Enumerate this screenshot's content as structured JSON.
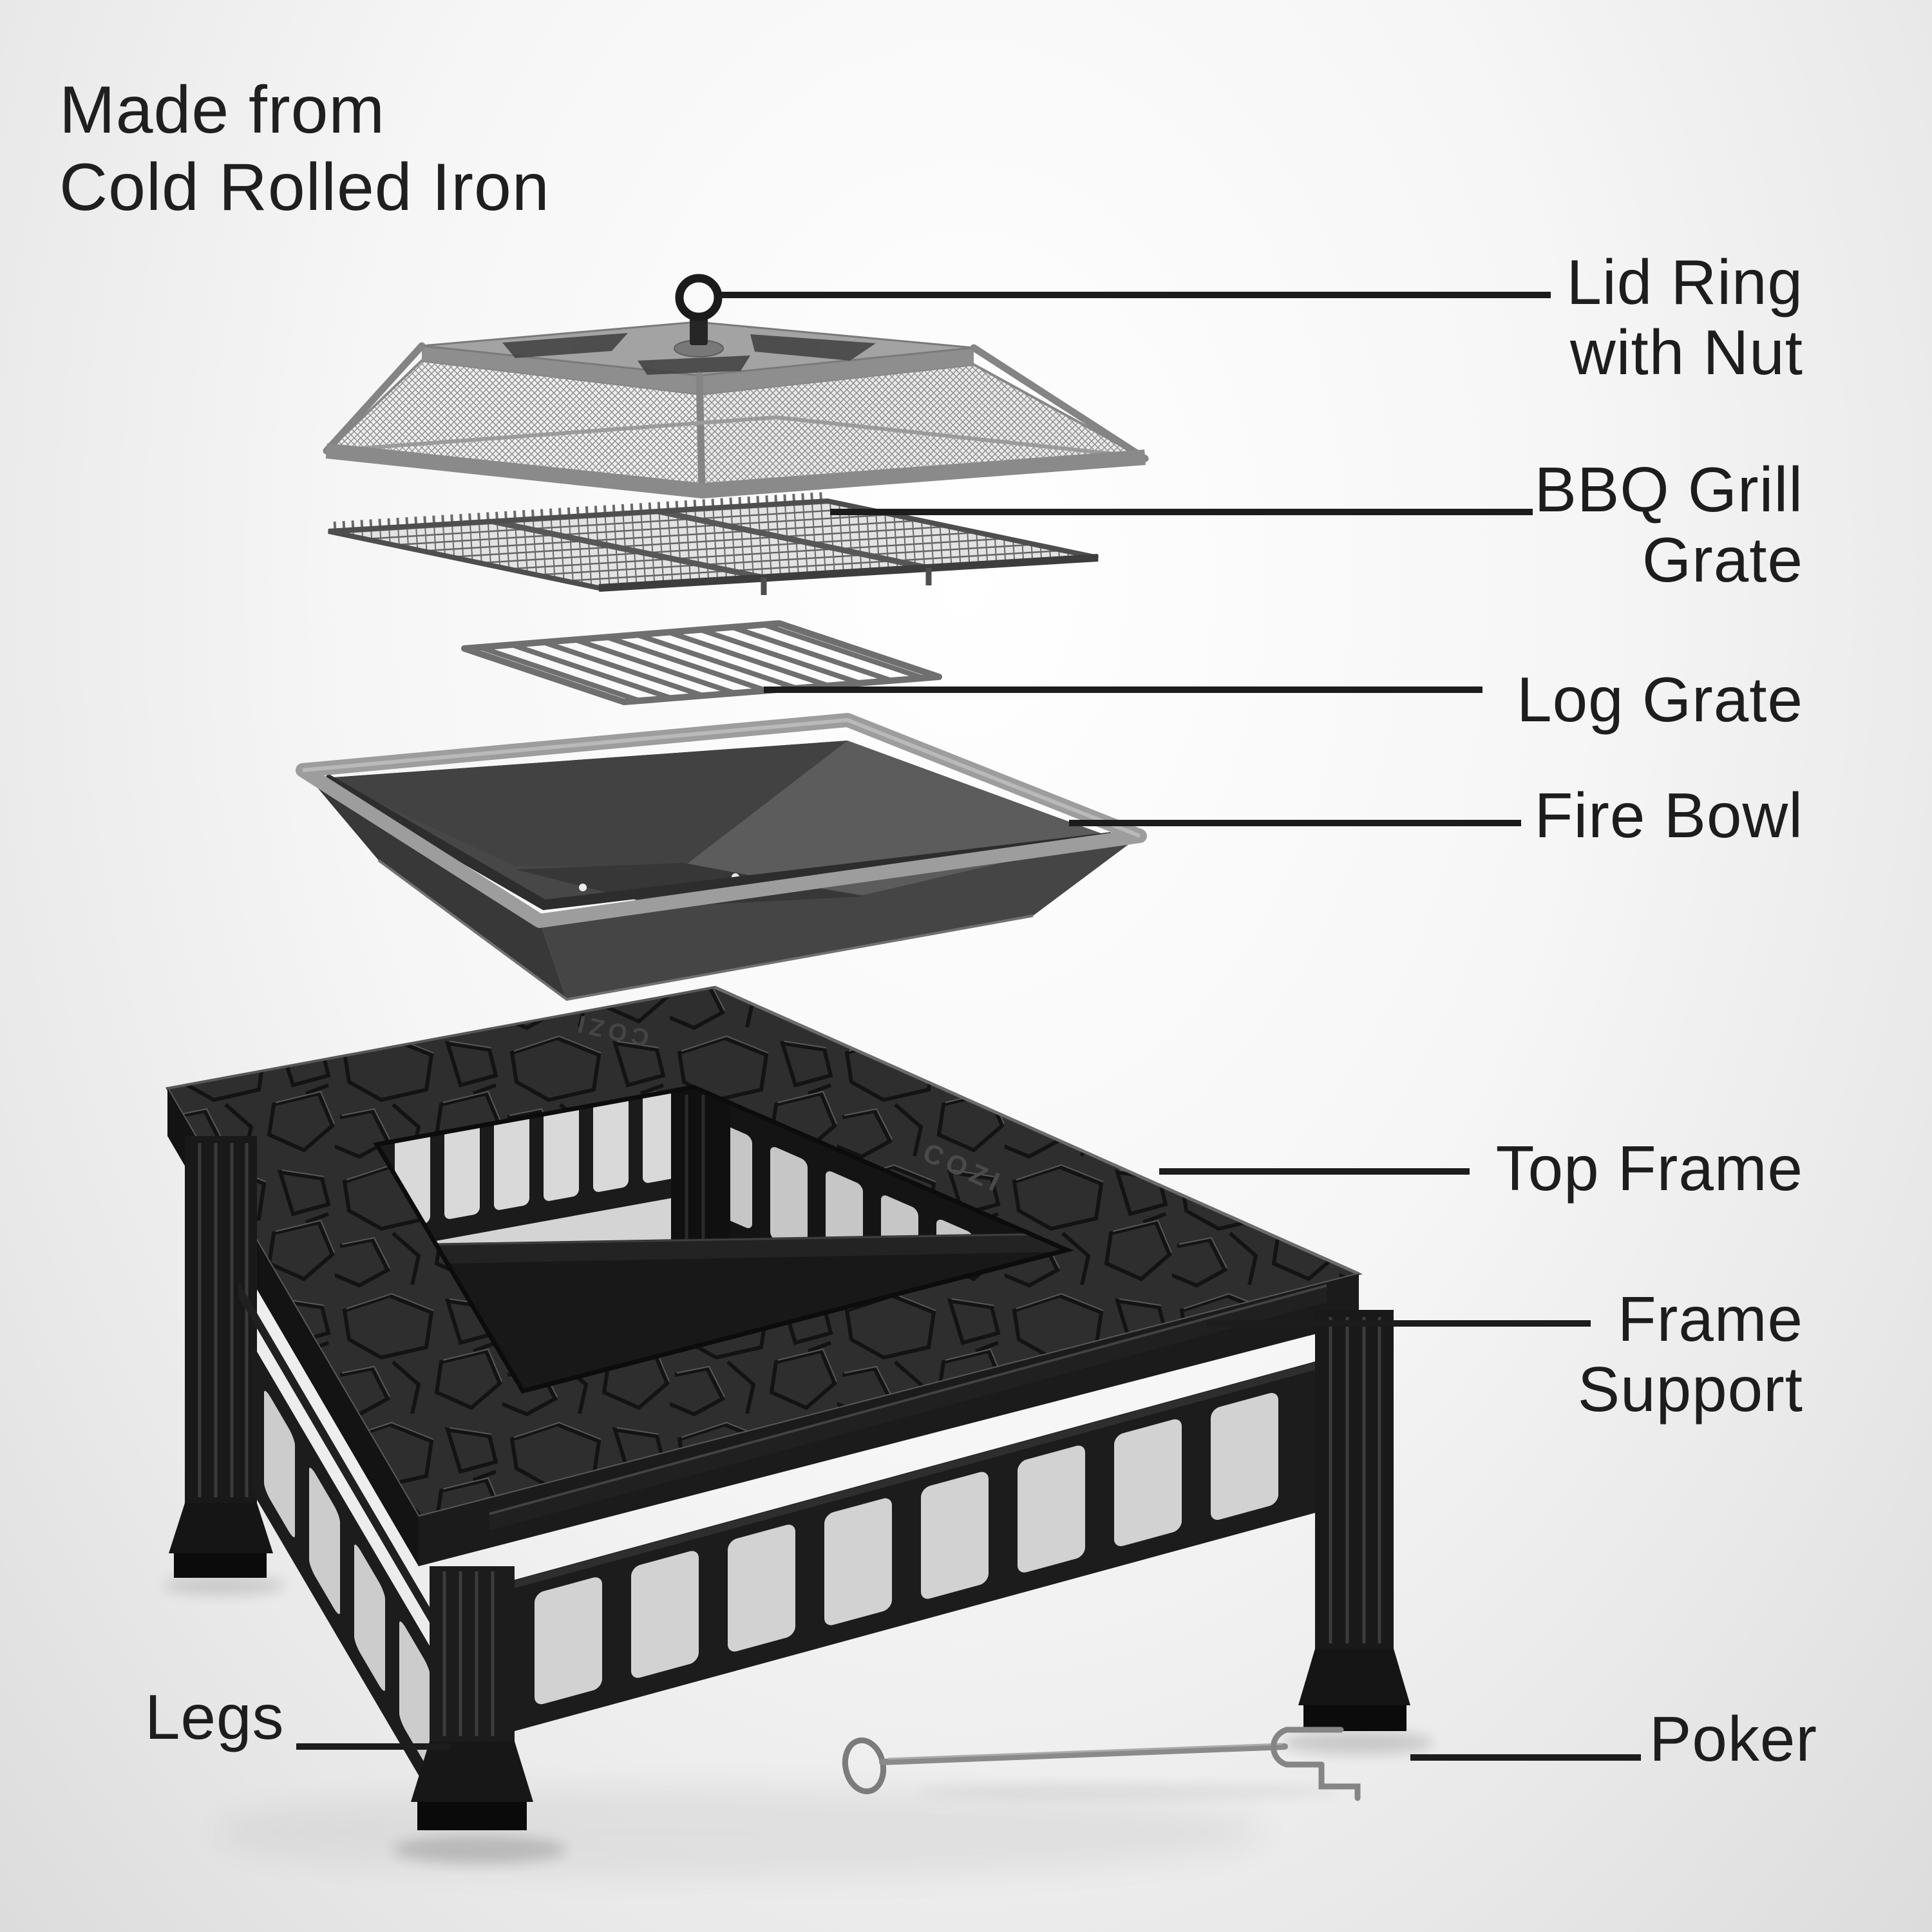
{
  "title": {
    "line1": "Made from",
    "line2": "Cold Rolled Iron"
  },
  "brand_embossed": "COZI",
  "labels": {
    "lid_ring": {
      "line1": "Lid Ring",
      "line2": "with Nut"
    },
    "bbq_grate": {
      "line1": "BBQ Grill",
      "line2": "Grate"
    },
    "log_grate": "Log Grate",
    "fire_bowl": "Fire Bowl",
    "top_frame": "Top Frame",
    "frame_support": {
      "line1": "Frame",
      "line2": "Support"
    },
    "legs": "Legs",
    "poker": "Poker"
  },
  "colors": {
    "background": "#f2f2f2",
    "text": "#1d1d1d",
    "leader_line": "#1c1c1c",
    "metal_dark": "#1a1a1a",
    "metal_mid": "#555555",
    "metal_light": "#9a9a9a"
  }
}
